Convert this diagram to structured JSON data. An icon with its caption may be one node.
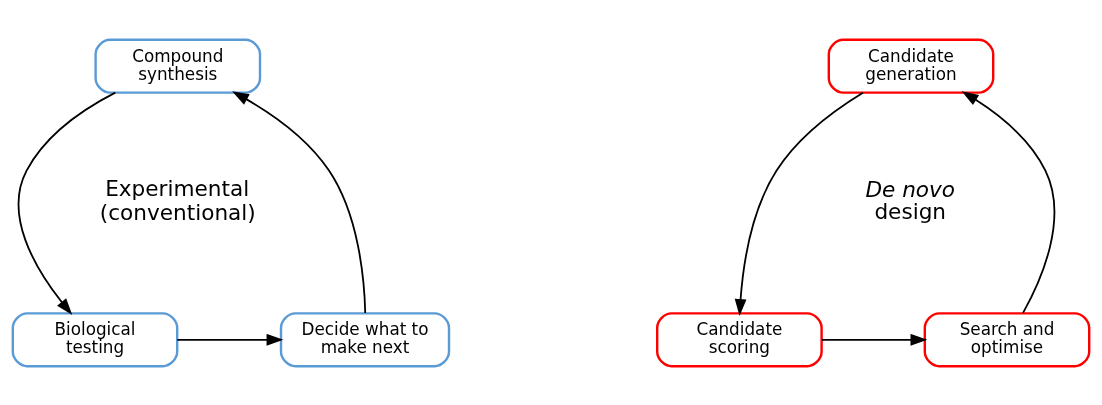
{
  "diagram": {
    "nodes": [
      {
        "text": [
          "Compound synthesis"
        ]
      },
      {
        "text": [
          "Biological testing"
        ]
      },
      {
        "text": [
          "Decide what to make next"
        ]
      },
      {
        "text": [
          "Candidate generation"
        ]
      },
      {
        "text": [
          "Candidate scoring"
        ]
      },
      {
        "text": [
          "Search and optimise"
        ]
      }
    ],
    "edges": [
      {
        "from": 0,
        "to": 1,
        "arrow": "to"
      },
      {
        "from": 1,
        "to": 2,
        "arrow": "to"
      },
      {
        "from": 2,
        "to": 0,
        "arrow": "to"
      },
      {
        "from": 3,
        "to": 4,
        "arrow": "to"
      },
      {
        "from": 4,
        "to": 5,
        "arrow": "to"
      },
      {
        "from": 5,
        "to": 3,
        "arrow": "to"
      }
    ],
    "labels": [
      "Experimental (conventional)",
      "*De novo* design"
    ]
  }
}
